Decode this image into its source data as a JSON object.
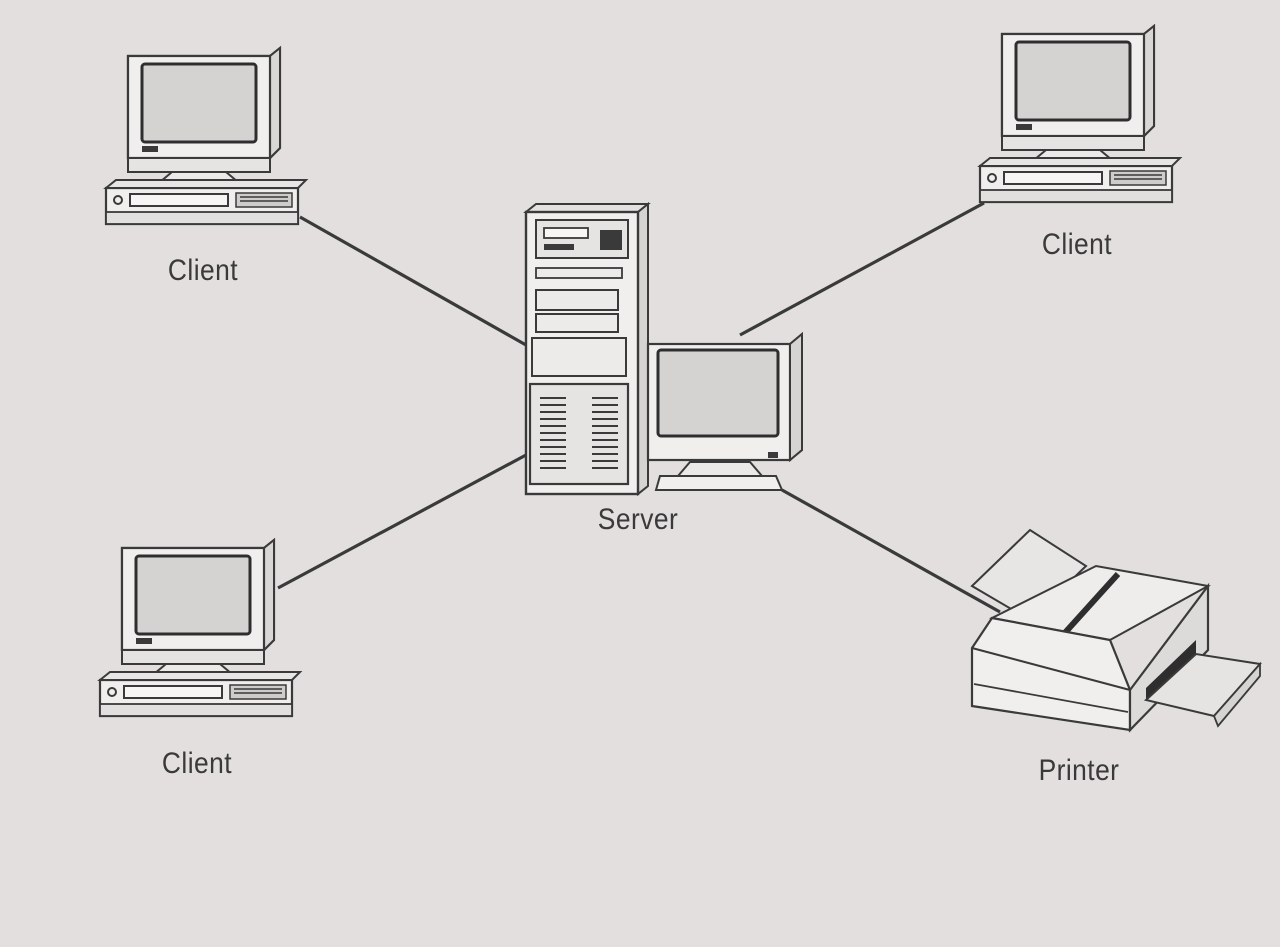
{
  "diagram": {
    "nodes": {
      "client_top_left": {
        "label": "Client",
        "icon": "desktop-computer-icon"
      },
      "client_top_right": {
        "label": "Client",
        "icon": "desktop-computer-icon"
      },
      "client_bottom_left": {
        "label": "Client",
        "icon": "desktop-computer-icon"
      },
      "server": {
        "label": "Server",
        "icon": "server-tower-icon"
      },
      "printer": {
        "label": "Printer",
        "icon": "printer-icon"
      }
    },
    "edges": [
      {
        "from": "client_top_left",
        "to": "server"
      },
      {
        "from": "client_bottom_left",
        "to": "server"
      },
      {
        "from": "client_top_right",
        "to": "server"
      },
      {
        "from": "server",
        "to": "printer"
      }
    ],
    "colors": {
      "background": "#e2dfde",
      "line": "#3a3a3a",
      "device": "#f0efed",
      "screen": "#d5d3d2"
    }
  }
}
